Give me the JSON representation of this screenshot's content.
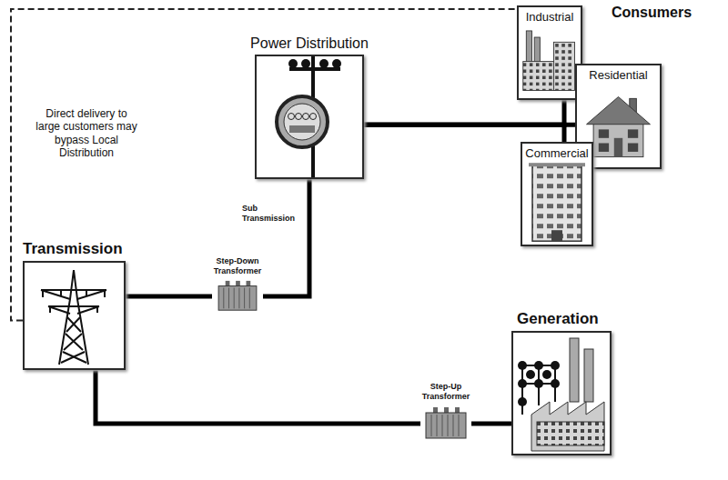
{
  "diagram": {
    "nodes": [
      {
        "text": [
          "Power Distribution"
        ]
      },
      {
        "text": [
          "Industrial"
        ]
      },
      {
        "text": [
          "Residential"
        ]
      },
      {
        "text": [
          "Commercial"
        ]
      },
      {
        "text": [
          "Transmission"
        ]
      },
      {
        "text": [
          "Step-Down Transformer"
        ]
      },
      {
        "text": [
          "Generation"
        ]
      },
      {
        "text": [
          "Step-Up Transformer"
        ]
      }
    ],
    "edges": [
      {
        "from": 6,
        "to": 7,
        "arrow": "none"
      },
      {
        "from": 7,
        "to": 4,
        "arrow": "none"
      },
      {
        "from": 4,
        "to": 5,
        "arrow": "none"
      },
      {
        "from": 5,
        "to": 0,
        "label": "Sub Transmission",
        "arrow": "none"
      },
      {
        "from": 0,
        "to": 1,
        "arrow": "none"
      },
      {
        "from": 0,
        "to": 2,
        "arrow": "none"
      },
      {
        "from": 0,
        "to": 3,
        "arrow": "none"
      },
      {
        "from": 4,
        "to": 1,
        "arrow": "none"
      }
    ],
    "labels": [
      "Consumers",
      "Direct delivery to large customers may bypass Local Distribution"
    ]
  }
}
